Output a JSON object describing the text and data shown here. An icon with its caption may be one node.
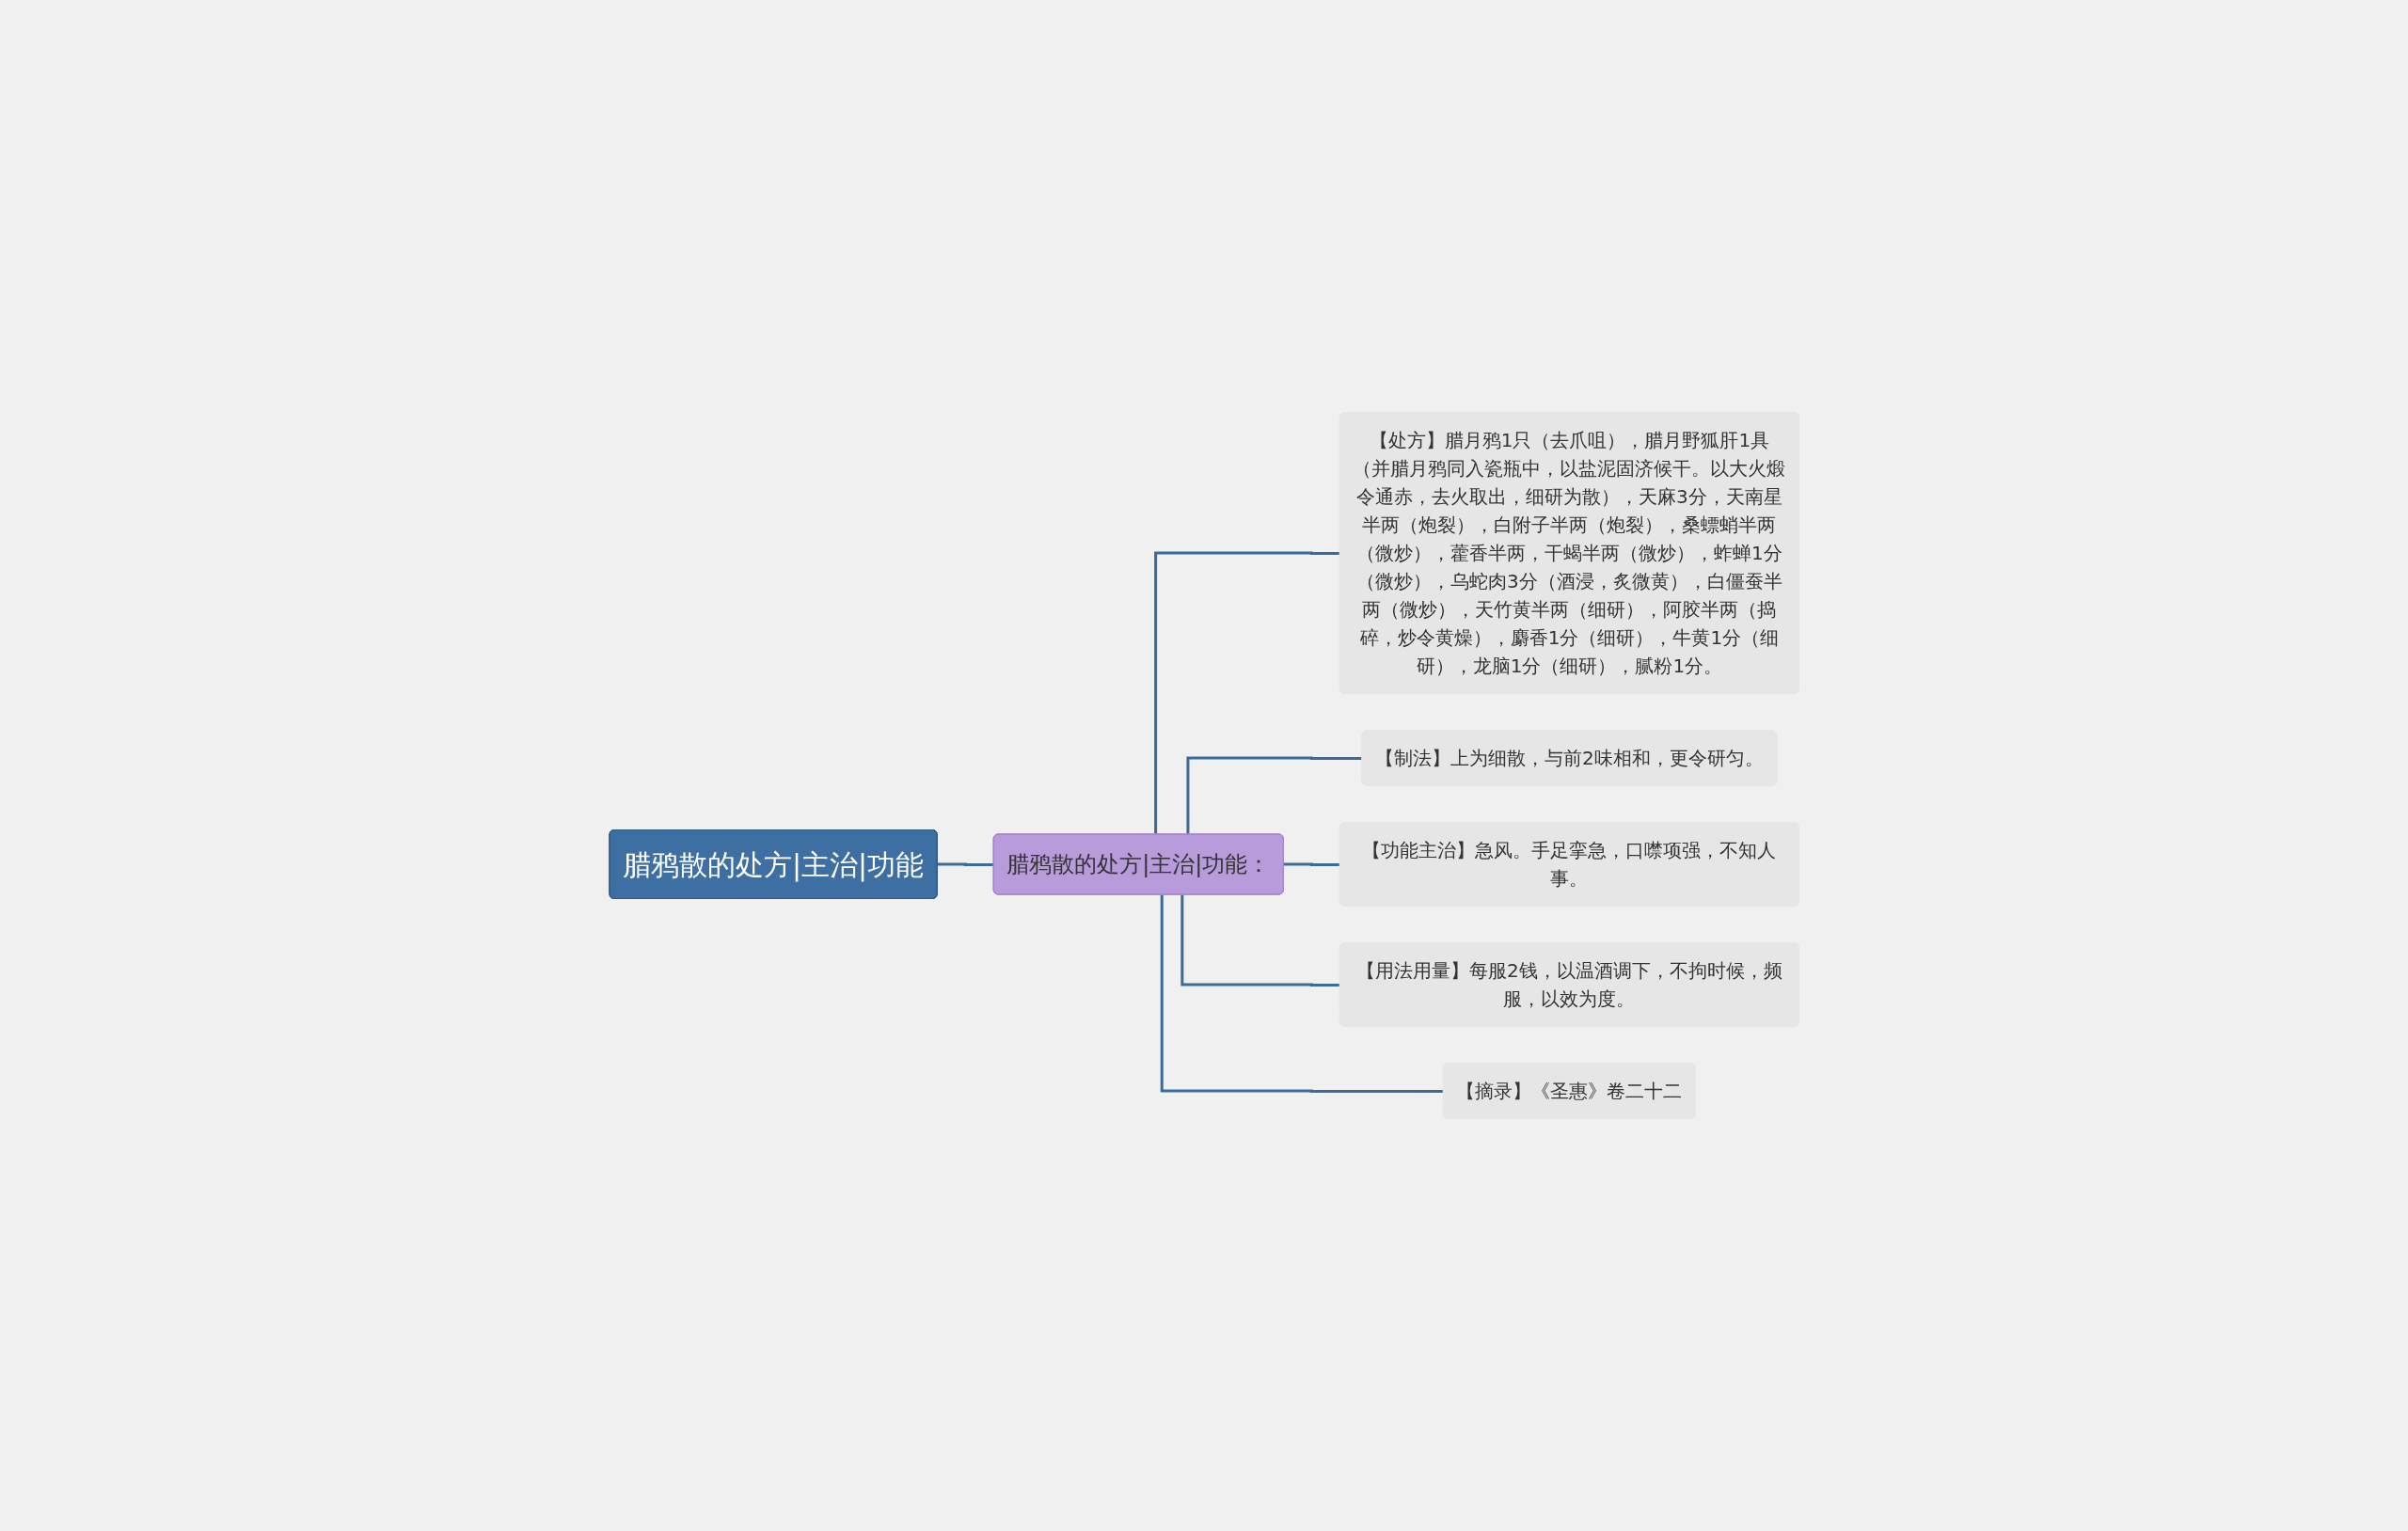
{
  "diagram": {
    "nodes": [
      {
        "text": [
          "腊鸦散的处方|主治|功能"
        ]
      },
      {
        "text": [
          "腊鸦散的处方|主治|功能："
        ]
      },
      {
        "text": [
          "【处方】腊月鸦1只（去爪咀），腊月野狐肝1具（并腊月鸦同入瓷瓶中，以盐泥固济候干。以大火煅令通赤，去火取出，细研为散），天麻3分，天南星半两（炮裂），白附子半两（炮裂），桑螵蛸半两（微炒），藿香半两，干蝎半两（微炒），蚱蝉1分（微炒），乌蛇肉3分（酒浸，炙微黄），白僵蚕半两（微炒），天竹黄半两（细研），阿胶半两（捣碎，炒令黄燥），麝香1分（细研），牛黄1分（细研），龙脑1分（细研），腻粉1分。"
        ]
      },
      {
        "text": [
          "【制法】上为细散，与前2味相和，更令研匀。"
        ]
      },
      {
        "text": [
          "【功能主治】急风。手足挛急，口噤项强，不知人事。"
        ]
      },
      {
        "text": [
          "【用法用量】每服2钱，以温酒调下，不拘时候，频服，以效为度。"
        ]
      },
      {
        "text": [
          "【摘录】《圣惠》卷二十二"
        ]
      }
    ],
    "edges": [
      {
        "from": 0,
        "to": 1,
        "arrow": "none"
      },
      {
        "from": 1,
        "to": 2,
        "arrow": "none"
      },
      {
        "from": 1,
        "to": 3,
        "arrow": "none"
      },
      {
        "from": 1,
        "to": 4,
        "arrow": "none"
      },
      {
        "from": 1,
        "to": 5,
        "arrow": "none"
      },
      {
        "from": 1,
        "to": 6,
        "arrow": "none"
      }
    ]
  }
}
